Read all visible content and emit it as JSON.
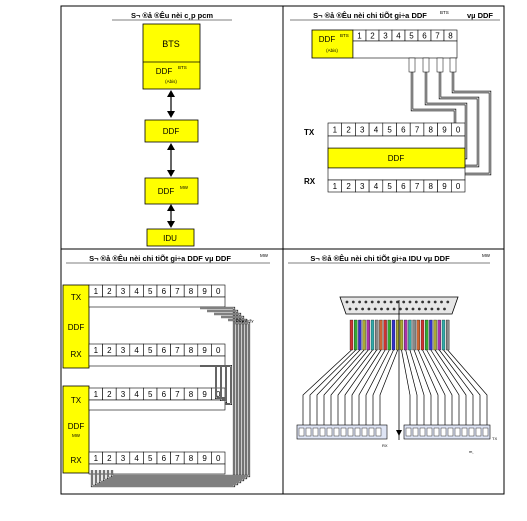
{
  "panel1": {
    "title": "S¬ ®å ®Êu nèi c¸p pcm",
    "bts": "BTS",
    "ddf_bts": "DDF",
    "ddf_bts_sup": "BTS",
    "abis": "(Abis)",
    "ddf": "DDF",
    "ddf_mw": "DDF",
    "ddf_mw_sup": "MW",
    "idu": "IDU"
  },
  "panel2": {
    "title": "S¬ ®å ®Êu nèi chi tiÕt gi÷a DDF",
    "title_sup": "BTS",
    "title_end": "vµ DDF",
    "ddfbts": "DDF",
    "ddfbts_sup": "BTS",
    "abis": "(Abis)",
    "numbers": [
      "1",
      "2",
      "3",
      "4",
      "5",
      "6",
      "7",
      "8"
    ],
    "tx": "TX",
    "rx": "RX",
    "ddf": "DDF",
    "numbers10": [
      "1",
      "2",
      "3",
      "4",
      "5",
      "6",
      "7",
      "8",
      "9",
      "0"
    ]
  },
  "panel3": {
    "title": "S¬ ®å ®Êu nèi chi tiÕt gi÷a DDF vµ DDF",
    "title_sup": "MW",
    "tx": "TX",
    "ddf": "DDF",
    "rx": "RX",
    "tx2": "TX",
    "ddf2": "DDF",
    "mw": "MW",
    "rx2": "RX",
    "wire_label": "D©y nh¶y",
    "numbers10": [
      "1",
      "2",
      "3",
      "4",
      "5",
      "6",
      "7",
      "8",
      "9",
      "0"
    ]
  },
  "panel4": {
    "title": "S¬ ®å ®Êu nèi chi tiÕt gi÷a IDU vµ DDF",
    "title_sup": "MW",
    "rx": "RX",
    "tx": "TX",
    "side": "m¸"
  }
}
